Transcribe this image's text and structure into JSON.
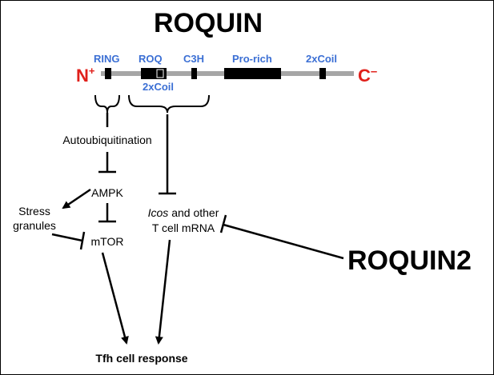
{
  "title": "ROQUIN",
  "protein": {
    "n_terminus": "N",
    "n_charge": "+",
    "c_terminus": "C",
    "c_charge": "–",
    "domains_top": [
      "RING",
      "ROQ",
      "C3H",
      "Pro-rich",
      "2xCoil"
    ],
    "domain_bottom": "2xCoil"
  },
  "nodes": {
    "autoubiquitination": "Autoubiquitination",
    "ampk": "AMPK",
    "mtor": "mTOR",
    "stress_line1": "Stress",
    "stress_line2": "granules",
    "icos_italic": "Icos",
    "icos_rest": " and other",
    "tcell_mrna": "T cell mRNA",
    "roquin2": "ROQUIN2",
    "tfh": "Tfh cell response"
  },
  "colors": {
    "domain_label": "#3b6fd4",
    "terminus": "#e0201b",
    "backbone": "#a6a6a6",
    "domain_block": "#000000"
  }
}
